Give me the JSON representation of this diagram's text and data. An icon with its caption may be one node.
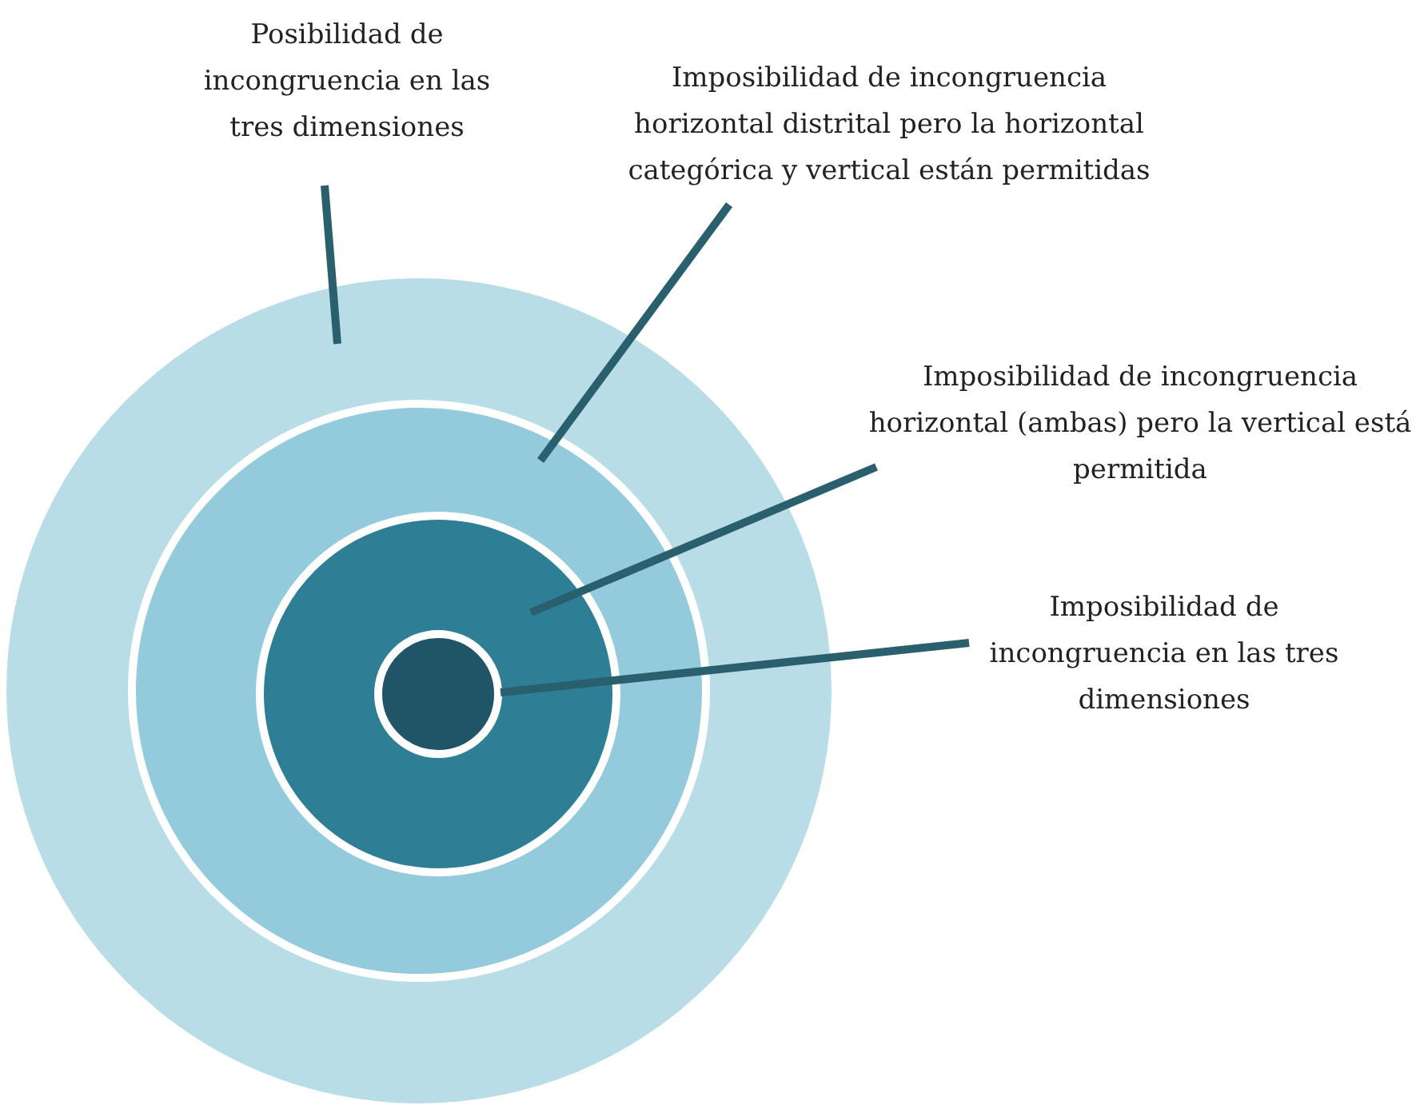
{
  "diagram": {
    "nodes": [
      {
        "text": [
          "Posibilidad de incongruencia en las tres dimensiones"
        ]
      },
      {
        "text": [
          "Imposibilidad de incongruencia horizontal distrital pero la horizontal categórica y vertical están permitidas"
        ]
      },
      {
        "text": [
          "Imposibilidad de incongruencia horizontal (ambas) pero la vertical está permitida"
        ]
      },
      {
        "text": [
          "Imposibilidad de incongruencia en las tres dimensiones"
        ]
      },
      {
        "text": [],
        "shape": "circle"
      },
      {
        "text": [],
        "shape": "circle",
        "in": 4
      },
      {
        "text": [],
        "shape": "circle",
        "in": 5
      },
      {
        "text": [],
        "shape": "circle",
        "in": 6
      }
    ],
    "edges": [
      {
        "from": 0,
        "to": 4,
        "arrow": "none"
      },
      {
        "from": 1,
        "to": 5,
        "arrow": "none"
      },
      {
        "from": 2,
        "to": 6,
        "arrow": "none"
      },
      {
        "from": 3,
        "to": 7,
        "arrow": "none"
      }
    ]
  }
}
